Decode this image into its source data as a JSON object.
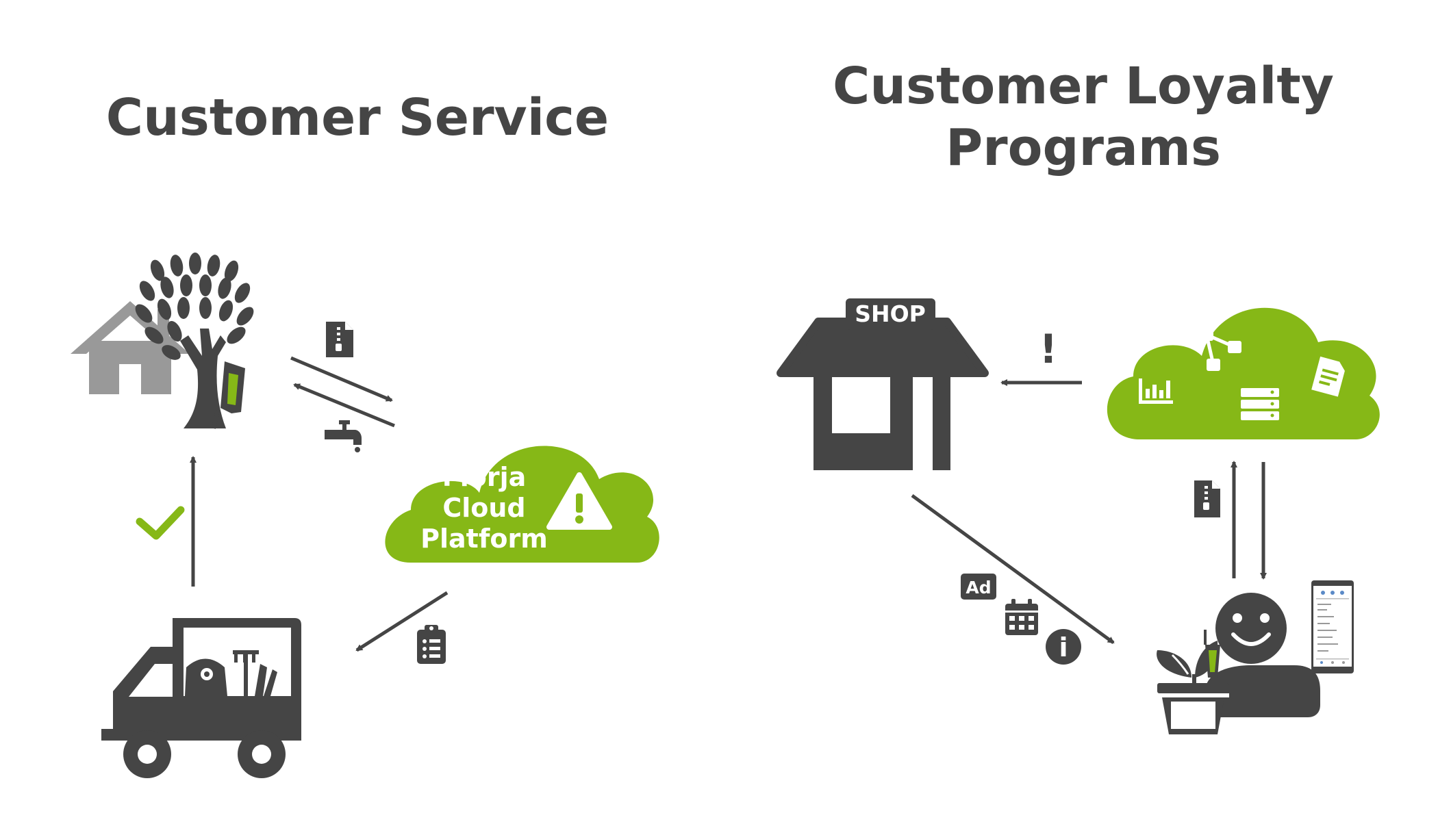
{
  "left_panel": {
    "title": "Customer Service",
    "cloud_label": [
      "Florja",
      "Cloud",
      "Platform"
    ]
  },
  "right_panel": {
    "title_lines": [
      "Customer Loyalty",
      "Programs"
    ],
    "shop_sign": "SHOP",
    "ad_badge": "Ad",
    "exclamation": "!",
    "info_glyph": "i"
  },
  "colors": {
    "dark": "#454545",
    "gray": "#999999",
    "green": "#86b817",
    "white": "#ffffff"
  },
  "icons": [
    "house-icon",
    "tree-icon",
    "sensor-icon",
    "zip-file-icon",
    "water-tap-icon",
    "warning-icon",
    "clipboard-list-icon",
    "check-icon",
    "truck-icon",
    "tools-icon",
    "shop-icon",
    "bar-chart-icon",
    "network-icon",
    "server-icon",
    "document-icon",
    "calendar-icon",
    "info-icon",
    "plant-pot-icon",
    "smiley-person-icon",
    "phone-app-icon"
  ]
}
